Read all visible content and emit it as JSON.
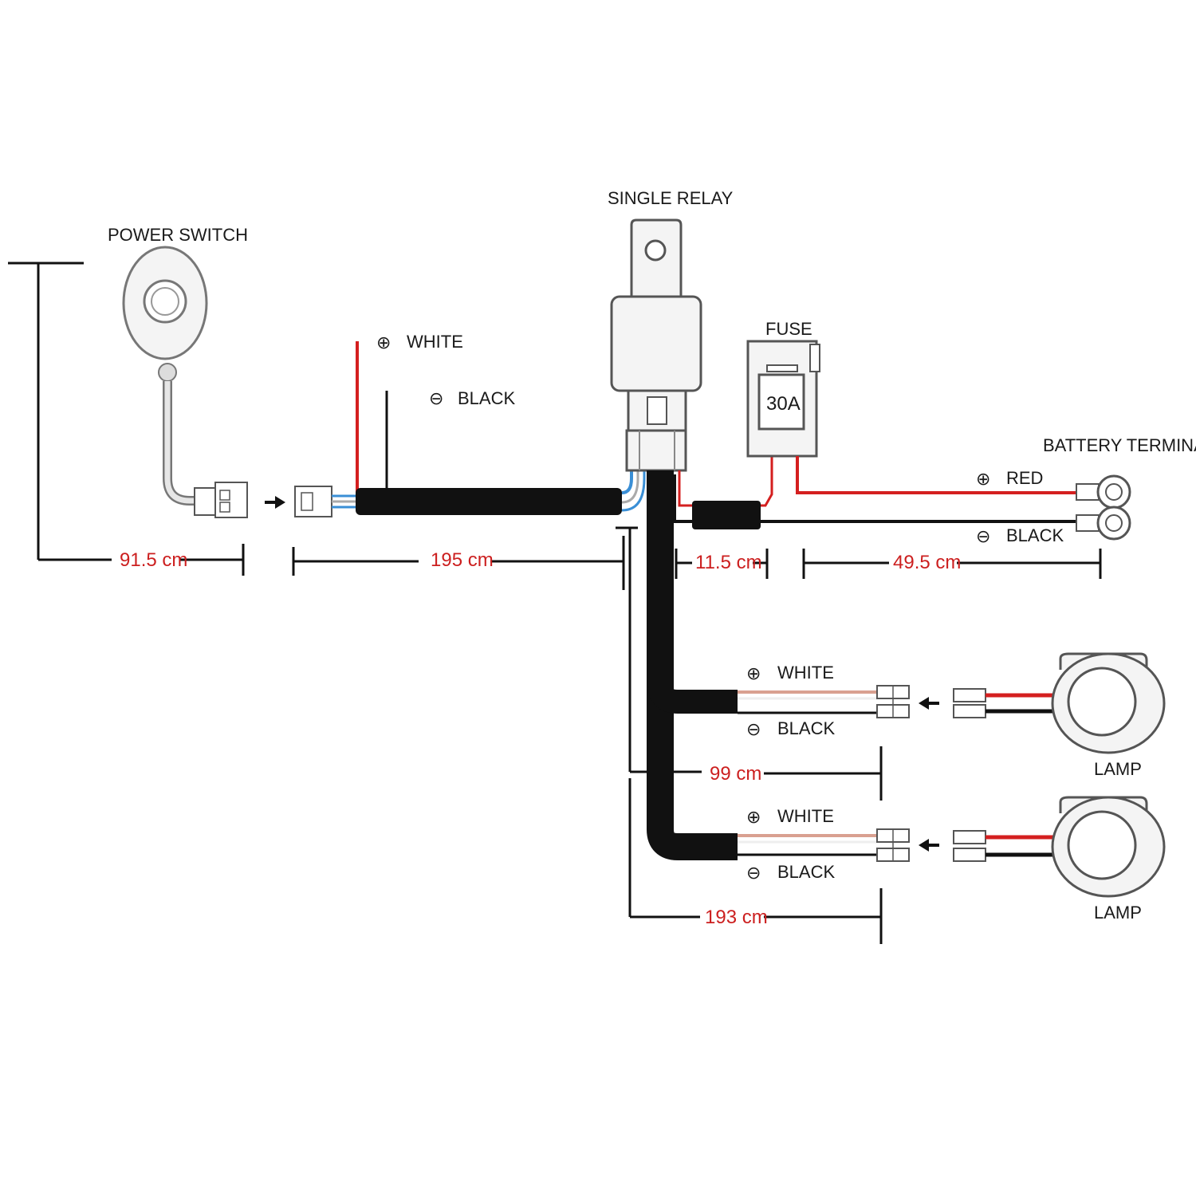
{
  "labels": {
    "power_switch": "POWER SWITCH",
    "single_relay": "SINGLE RELAY",
    "fuse": "FUSE",
    "fuse_rating": "30A",
    "battery_terminal": "BATTERY TERMINAL",
    "lamp_1": "LAMP",
    "lamp_2": "LAMP"
  },
  "wires": {
    "top_white": "WHITE",
    "top_black": "BLACK",
    "battery_red": "RED",
    "battery_black": "BLACK",
    "lamp1_white": "WHITE",
    "lamp1_black": "BLACK",
    "lamp2_white": "WHITE",
    "lamp2_black": "BLACK"
  },
  "symbols": {
    "positive": "⊕",
    "negative": "⊖"
  },
  "dimensions": {
    "switch_cable": "91.5 cm",
    "main_harness": "195 cm",
    "fuse_lead": "11.5 cm",
    "battery_lead": "49.5 cm",
    "lamp1_lead": "99 cm",
    "lamp2_lead": "193 cm"
  },
  "colors": {
    "wire_red": "#d41f1f",
    "wire_black": "#111111",
    "wire_blue": "#3a8fd6",
    "dimension_text": "#cc1f1f"
  }
}
